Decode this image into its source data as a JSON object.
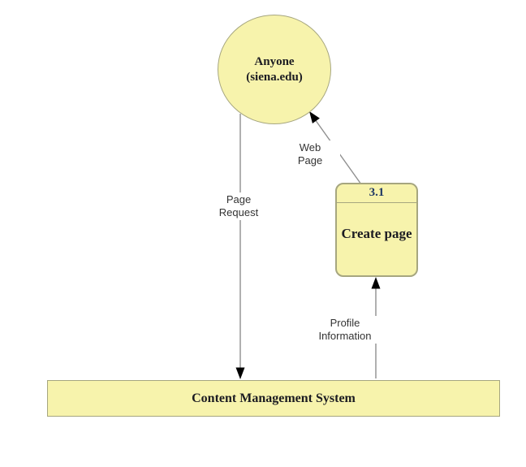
{
  "diagram": {
    "type": "data-flow-diagram",
    "colors": {
      "node_fill": "#F7F3AC",
      "node_border": "#A6A67F",
      "edge": "#8f8f8f",
      "arrow": "#000000",
      "label_color": "#1c1c22",
      "process_number_color": "#1F3864",
      "flow_label_color": "#333333"
    },
    "nodes": {
      "external_entity": {
        "label_line1": "Anyone",
        "label_line2": "(siena.edu)"
      },
      "process": {
        "number": "3.1",
        "label": "Create page"
      },
      "data_store": {
        "label": "Content Management System"
      }
    },
    "edges": {
      "page_request": {
        "label_line1": "Page",
        "label_line2": "Request",
        "from": "Anyone (siena.edu)",
        "to": "Content Management System"
      },
      "web_page": {
        "label_line1": "Web",
        "label_line2": "Page",
        "from": "Create page",
        "to": "Anyone (siena.edu)"
      },
      "profile_information": {
        "label_line1": "Profile",
        "label_line2": "Information",
        "from": "Content Management System",
        "to": "Create page"
      }
    }
  }
}
